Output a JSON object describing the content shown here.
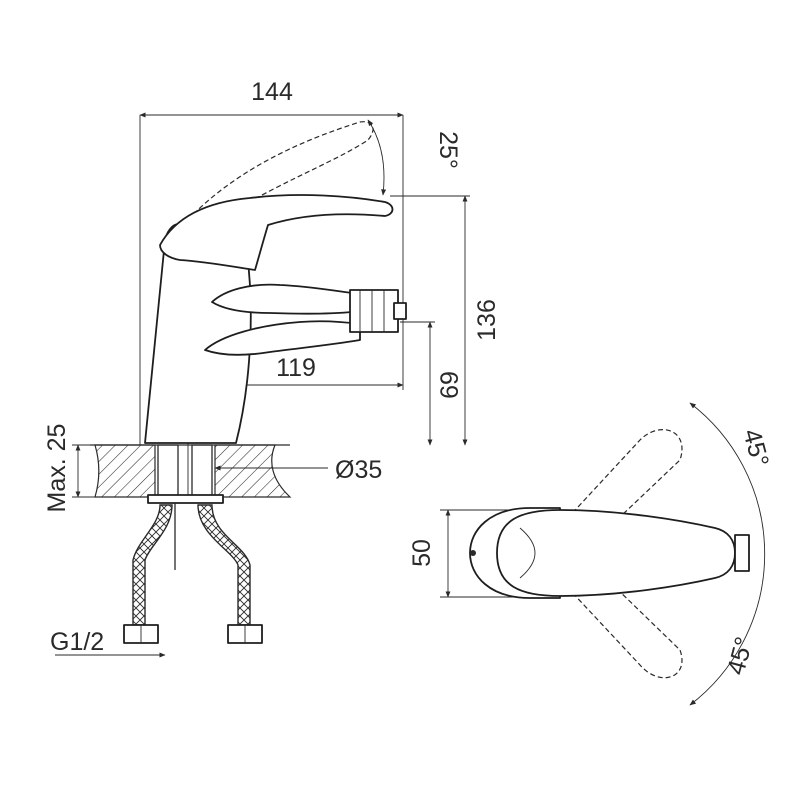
{
  "dimensions": {
    "width_total": "144",
    "lever_angle": "25°",
    "height_total": "136",
    "spout_reach": "119",
    "spout_height": "69",
    "deck_thickness": "Max. 25",
    "hole_diameter": "Ø35",
    "base_diameter": "50",
    "rotation_left": "45°",
    "rotation_right": "45°",
    "connection_thread": "G1/2"
  }
}
